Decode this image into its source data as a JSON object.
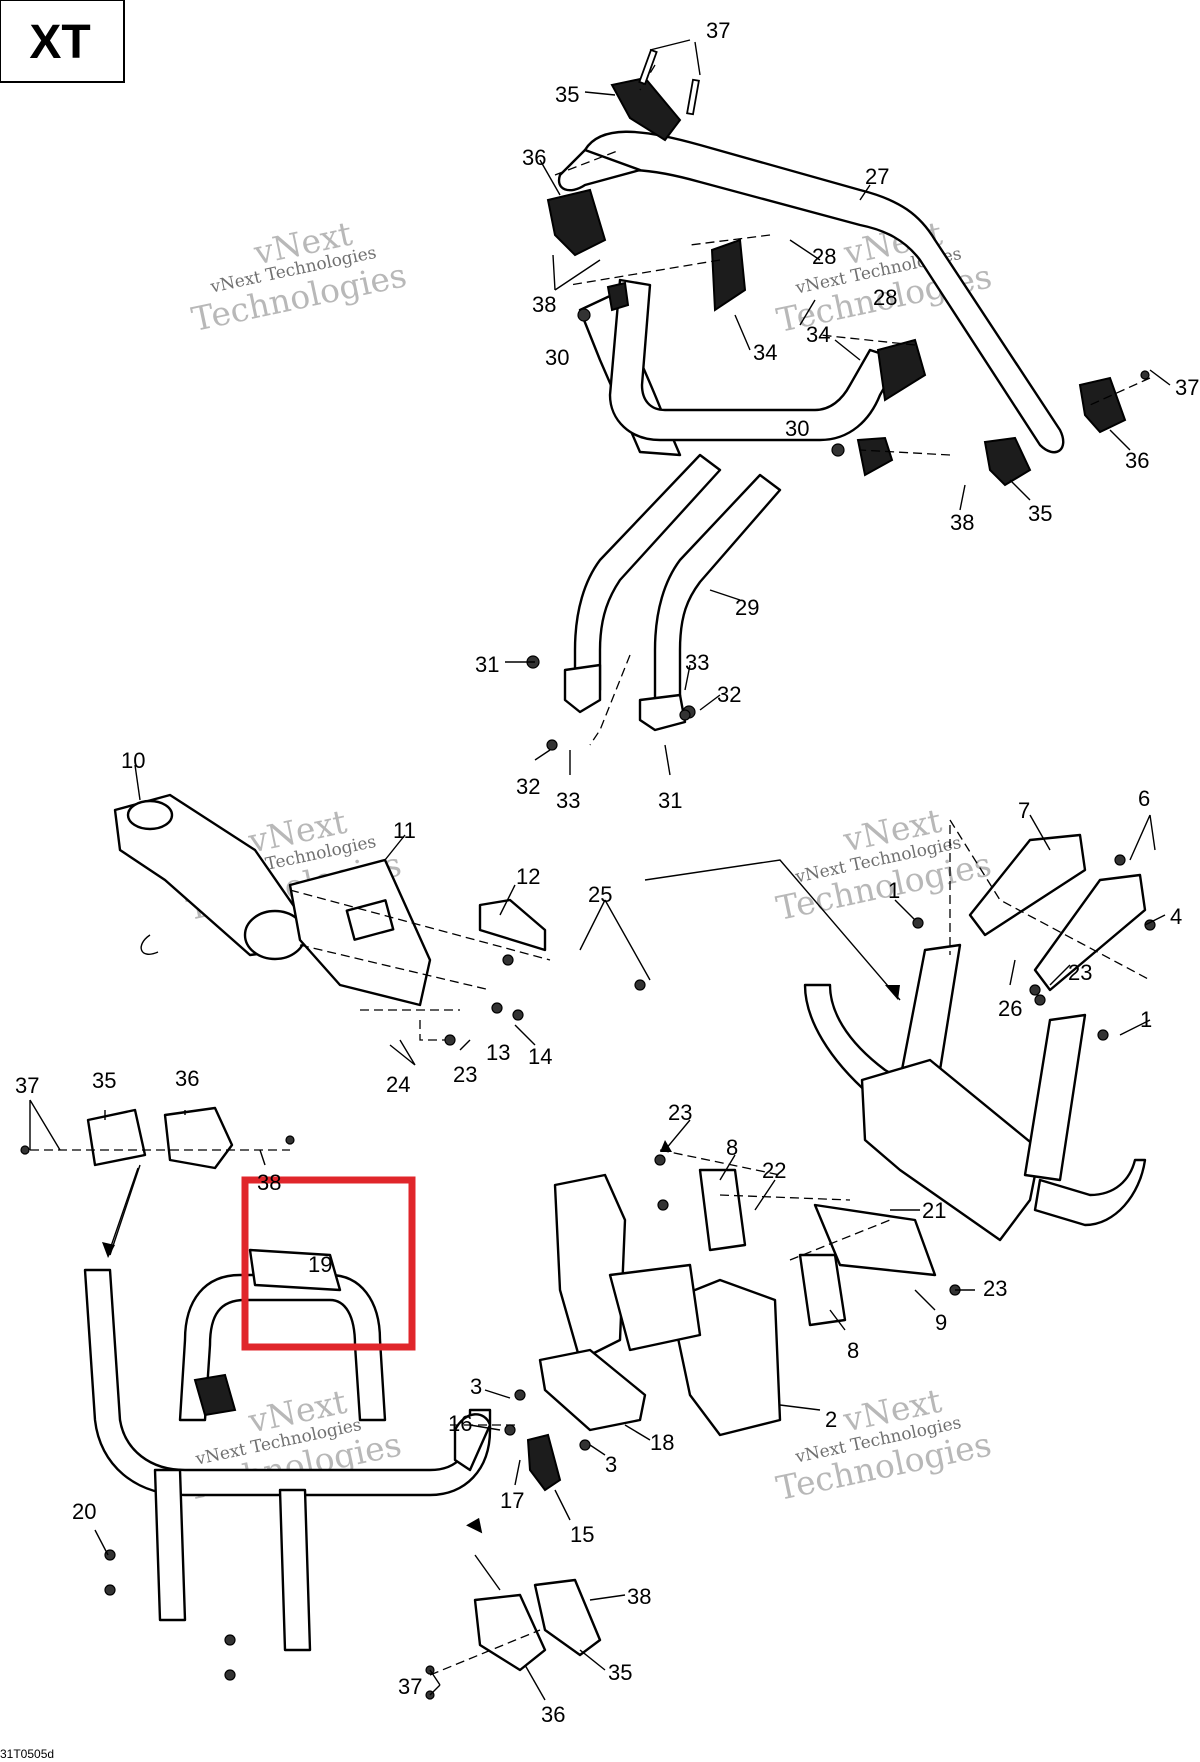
{
  "variant_label": "XT",
  "figure_code": "31T0505d",
  "watermark": {
    "line1": "vNext",
    "line2": "vNext Technologies",
    "line3": "Technologies"
  },
  "highlight": {
    "color": "#e0262b",
    "callout": "19"
  },
  "callouts": {
    "c1a": "1",
    "c1b": "1",
    "c2": "2",
    "c3a": "3",
    "c3b": "3",
    "c4": "4",
    "c6": "6",
    "c7": "7",
    "c8a": "8",
    "c8b": "8",
    "c9": "9",
    "c10": "10",
    "c11": "11",
    "c12": "12",
    "c13": "13",
    "c14": "14",
    "c15": "15",
    "c16": "16",
    "c17": "17",
    "c18": "18",
    "c19": "19",
    "c20": "20",
    "c21": "21",
    "c22": "22",
    "c23a": "23",
    "c23b": "23",
    "c23c": "23",
    "c23d": "23",
    "c24": "24",
    "c25": "25",
    "c26": "26",
    "c27": "27",
    "c28a": "28",
    "c28b": "28",
    "c29": "29",
    "c30a": "30",
    "c30b": "30",
    "c31a": "31",
    "c31b": "31",
    "c32a": "32",
    "c32b": "32",
    "c33a": "33",
    "c33b": "33",
    "c34a": "34",
    "c34b": "34",
    "c35a": "35",
    "c35b": "35",
    "c35c": "35",
    "c35d": "35",
    "c36a": "36",
    "c36b": "36",
    "c36c": "36",
    "c36d": "36",
    "c37a": "37",
    "c37b": "37",
    "c37c": "37",
    "c37d": "37",
    "c38a": "38",
    "c38b": "38",
    "c38c": "38",
    "c38d": "38"
  }
}
